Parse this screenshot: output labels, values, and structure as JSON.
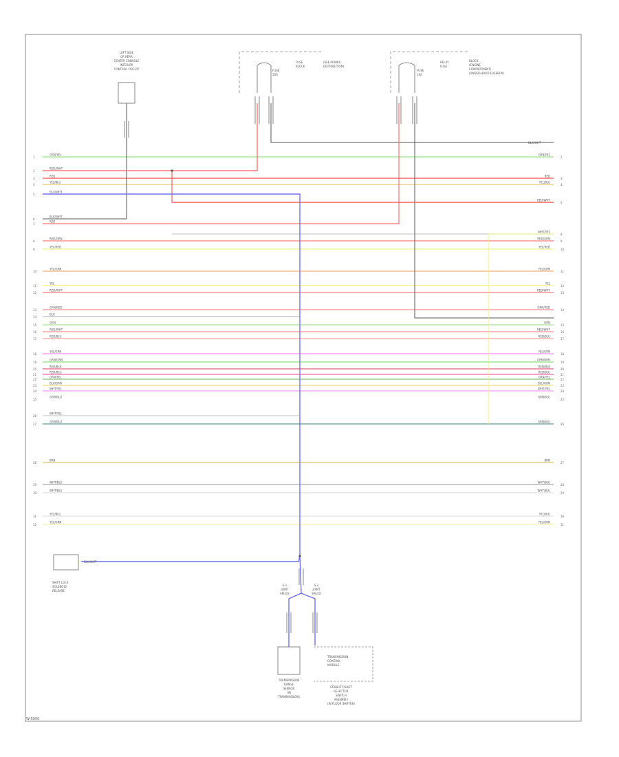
{
  "footer_code": "W-0000",
  "components": {
    "top_left": [
      "LEFT SIDE",
      "OF REAR",
      "CENTER CONSOLE",
      "INTERIOR",
      "CONTROL CIRCUIT"
    ],
    "fuse_a": [
      "FUSE",
      "10A"
    ],
    "fuse_a_block": [
      "FUSE",
      "BLOCK",
      "(SEE POWER",
      "DISTRIBUTION)"
    ],
    "fuse_b": [
      "FUSE",
      "10A"
    ],
    "fuse_b_block": [
      "RELAY",
      "FUSE",
      "BLOCK",
      "(ENGINE",
      "COMPARTMENT)",
      "(UNDER-HOOD FUSEBOX)"
    ],
    "shift_lock": [
      "SHIFT LOCK",
      "SOLENOID",
      "RELEASE"
    ],
    "trans_range": [
      "TRANSMISSION",
      "RANGE",
      "SENSOR",
      "(IN",
      "TRANSMISSION)"
    ],
    "trans_control": [
      "TRANSMISSION",
      "CONTROL",
      "MODULE"
    ],
    "shift_switch": [
      "STABILITY/SHIFT",
      "SELECTOR",
      "SWITCH",
      "ASSEMBLY",
      "(IN FLOOR SHIFTER)"
    ],
    "splice_a": [
      "S-1",
      "JOINT",
      "SPLICE"
    ],
    "splice_b": [
      "S-2",
      "JOINT",
      "SPLICE"
    ]
  },
  "wires": [
    {
      "lcolor": "#9be08a",
      "llabel": "GRN/YEL",
      "rlabel": "GRN/YEL",
      "lpin": "1",
      "rpin": "2"
    },
    {
      "lcolor": "#ff5a5a",
      "llabel": "RED/WHT",
      "rlabel": "",
      "lpin": "2",
      "rpin": ""
    },
    {
      "lcolor": "#ff4a4a",
      "llabel": "RED",
      "rlabel": "RED",
      "lpin": "3",
      "rpin": "3"
    },
    {
      "lcolor": "#e8c872",
      "llabel": "YEL/BLU",
      "rlabel": "YEL/BLU",
      "lpin": "4",
      "rpin": "4"
    },
    {
      "lcolor": "#7070f0",
      "llabel": "BLU/WHT",
      "rlabel": "",
      "lpin": "5",
      "rpin": ""
    },
    {
      "lcolor": "#ff5a5a",
      "llabel": "",
      "rlabel": "RED/WHT",
      "lpin": "",
      "rpin": "5"
    },
    {
      "lcolor": "#555555",
      "llabel": "BLK/WHT",
      "rlabel": "",
      "lpin": "6",
      "rpin": ""
    },
    {
      "lcolor": "#ff6f6f",
      "llabel": "RED",
      "rlabel": "",
      "lpin": "7",
      "rpin": ""
    },
    {
      "lcolor": "#cccccc",
      "llabel": "",
      "rlabel": "WHT/YEL",
      "lpin": "",
      "rpin": "8"
    },
    {
      "lcolor": "#ff7a7a",
      "llabel": "RED/GRN",
      "rlabel": "RED/GRN",
      "lpin": "8",
      "rpin": "9"
    },
    {
      "lcolor": "#f0f08a",
      "llabel": "YEL/RED",
      "rlabel": "YEL/RED",
      "lpin": "9",
      "rpin": "10"
    },
    {
      "lcolor": "#f5b070",
      "llabel": "YEL/GRN",
      "rlabel": "YEL/GRN",
      "lpin": "10",
      "rpin": "11"
    },
    {
      "lcolor": "#f5f07a",
      "llabel": "YEL",
      "rlabel": "YEL",
      "lpin": "11",
      "rpin": "12"
    },
    {
      "lcolor": "#ff7a7a",
      "llabel": "RED/WHT",
      "rlabel": "RED/WHT",
      "lpin": "12",
      "rpin": "13"
    },
    {
      "lcolor": "#ff8a8a",
      "llabel": "GRN/RED",
      "rlabel": "GRN/RED",
      "lpin": "13",
      "rpin": "14"
    },
    {
      "lcolor": "#bbbbbb",
      "llabel": "BLU",
      "rlabel": "",
      "lpin": "14",
      "rpin": ""
    },
    {
      "lcolor": "#a0e58f",
      "llabel": "GRN",
      "rlabel": "GRN",
      "lpin": "15",
      "rpin": "15"
    },
    {
      "lcolor": "#ff8f8f",
      "llabel": "RED/WHT",
      "rlabel": "RED/WHT",
      "lpin": "16",
      "rpin": "16"
    },
    {
      "lcolor": "#ff9f9f",
      "llabel": "RED/BLU",
      "rlabel": "RED/BLU",
      "lpin": "17",
      "rpin": "17"
    },
    {
      "lcolor": "#ff8af0",
      "llabel": "YEL/GRN",
      "rlabel": "YEL/GRN",
      "lpin": "18",
      "rpin": "18"
    },
    {
      "lcolor": "#8fe07a",
      "llabel": "GRN/ORN",
      "rlabel": "GRN/ORN",
      "lpin": "19",
      "rpin": "19"
    },
    {
      "lcolor": "#e0607a",
      "llabel": "RED/BLK",
      "rlabel": "RED/BLK",
      "lpin": "20",
      "rpin": "20"
    },
    {
      "lcolor": "#ff60b0",
      "llabel": "RED/BLU",
      "rlabel": "RED/BLU",
      "lpin": "21",
      "rpin": "21"
    },
    {
      "lcolor": "#8ac07a",
      "llabel": "GRN/YEL",
      "rlabel": "GRN/YEL",
      "lpin": "22",
      "rpin": "22"
    },
    {
      "lcolor": "#e8e07a",
      "llabel": "BLU/GRN",
      "rlabel": "BLU/GRN",
      "lpin": "23",
      "rpin": "23"
    },
    {
      "lcolor": "#f59af5",
      "llabel": "WHT/YEL",
      "rlabel": "WHT/YEL",
      "lpin": "24",
      "rpin": "24"
    },
    {
      "lcolor": "#a5e58a",
      "llabel": "GRN/BLU",
      "rlabel": "GRN/BLU",
      "lpin": "25",
      "rpin": "25"
    },
    {
      "lcolor": "#cccccc",
      "llabel": "WHT/YEL",
      "rlabel": "",
      "lpin": "26",
      "rpin": ""
    },
    {
      "lcolor": "#5a9a9a",
      "llabel": "GRN/BLU",
      "rlabel": "GRN/BLU",
      "lpin": "27",
      "rpin": "26"
    },
    {
      "lcolor": "#e0c070",
      "llabel": "BRN",
      "rlabel": "BRN",
      "lpin": "28",
      "rpin": "27"
    },
    {
      "lcolor": "#aaaaaa",
      "llabel": "WHT/BLU",
      "rlabel": "WHT/BLU",
      "lpin": "29",
      "rpin": "28"
    },
    {
      "lcolor": "#dddddd",
      "llabel": "WHT/BLU",
      "rlabel": "WHT/BLU",
      "lpin": "30",
      "rpin": "29"
    },
    {
      "lcolor": "#e2e2e2",
      "llabel": "YEL/BLU",
      "rlabel": "YEL/BLU",
      "lpin": "31",
      "rpin": "30"
    },
    {
      "lcolor": "#f5f0a0",
      "llabel": "YEL/GRN",
      "rlabel": "YEL/GRN",
      "lpin": "32",
      "rpin": "31"
    }
  ],
  "labels": {
    "blk_wht": "BLK/WHT",
    "blu_wht": "BLU/WHT",
    "red_wht": "RED/WHT",
    "blk_wht_2": "BLK/WHT",
    "red_2": "RED",
    "blk_wht_3": "BLK/WHT"
  }
}
